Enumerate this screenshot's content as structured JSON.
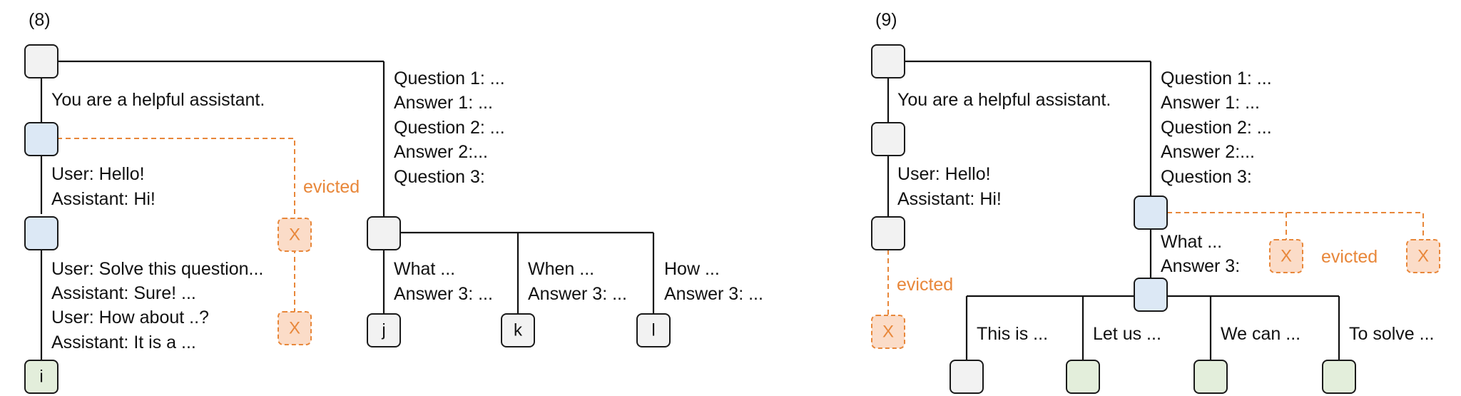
{
  "panel8": {
    "title": "(8)",
    "system_prompt": "You are a helpful assistant.",
    "turn1": [
      "User: Hello!",
      "Assistant: Hi!"
    ],
    "turn2": [
      "User: Solve this question...",
      "Assistant: Sure! ...",
      "User: How about ..?",
      "Assistant: It is a ..."
    ],
    "few_shot": [
      "Question 1: ...",
      "Answer 1: ...",
      "Question 2: ...",
      "Answer 2:...",
      "Question 3:"
    ],
    "branches": [
      [
        "What ...",
        "Answer 3: ..."
      ],
      [
        "When ...",
        "Answer 3: ..."
      ],
      [
        "How ...",
        "Answer 3: ..."
      ]
    ],
    "evicted_label": "evicted",
    "evicted_mark": "X",
    "leaf_labels": [
      "i",
      "j",
      "k",
      "l"
    ]
  },
  "panel9": {
    "title": "(9)",
    "system_prompt": "You are a helpful assistant.",
    "turn1": [
      "User: Hello!",
      "Assistant: Hi!"
    ],
    "few_shot": [
      "Question 1: ...",
      "Answer 1: ...",
      "Question 2: ...",
      "Answer 2:...",
      "Question 3:"
    ],
    "question": [
      "What ...",
      "Answer 3:"
    ],
    "evicted_label_left": "evicted",
    "evicted_label_right": "evicted",
    "evicted_mark": "X",
    "branches": [
      "This is ...",
      "Let us ...",
      "We can ...",
      "To solve ..."
    ]
  },
  "colors": {
    "gray_node": "#f2f2f2",
    "blue_node": "#dce8f5",
    "green_node": "#e3eedb",
    "evicted_fill": "#fbdcc8",
    "evicted_stroke": "#e8873a"
  }
}
